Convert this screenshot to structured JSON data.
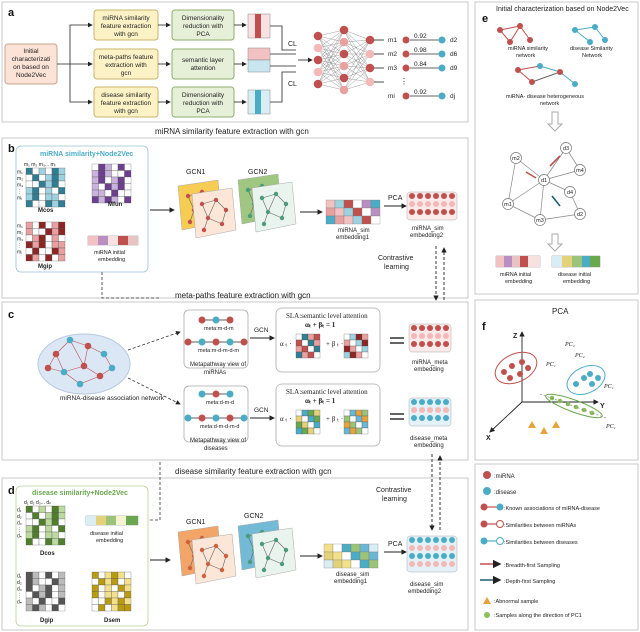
{
  "panel_a": {
    "label": "a",
    "init_box": [
      "Initial",
      "characterizati",
      "on based on",
      "Node2Vec"
    ],
    "feat_boxes": [
      [
        "miRNA similarity",
        "feature extraction",
        "with gcn"
      ],
      [
        "meta-paths feature",
        "extraction with",
        "gcn"
      ],
      [
        "disease similarity",
        "feature extraction",
        "with gcn"
      ]
    ],
    "proc_boxes": [
      [
        "Dimensionality",
        "reduction with",
        "PCA"
      ],
      [
        "semantic layer",
        "attention"
      ],
      [
        "Dimensionality",
        "reduction with",
        "PCA"
      ]
    ],
    "cl": "CL",
    "results": [
      {
        "m": "m1",
        "v": "0.92",
        "d": "d2"
      },
      {
        "m": "m2",
        "v": "0.98",
        "d": "d6"
      },
      {
        "m": "m3",
        "v": "0.84",
        "d": "d9"
      },
      {
        "m": "mi",
        "v": "0.92",
        "d": "dj"
      }
    ],
    "dots": "⋮"
  },
  "panel_b": {
    "label": "b",
    "title": "miRNA similarity feature extraction with gcn",
    "box_title": "miRNA similarity+Node2Vec",
    "row_labels": [
      "m₁",
      "m₂",
      "m₃",
      "⋮",
      "mᵢ"
    ],
    "col_labels": "m₁ m₂ m₃... mᵢ",
    "mcos": "Mcos",
    "mfun": "Mfun",
    "mgip": "Mgip",
    "init_emb": [
      "miRNA initial",
      "embedding"
    ],
    "gcn1": "GCN1",
    "gcn2": "GCN2",
    "emb1": [
      "miRNA_sim",
      "embedding1"
    ],
    "pca": "PCA",
    "emb2": [
      "miRNA_sim",
      "embedding2"
    ],
    "contrastive": [
      "Contrastive",
      "learning"
    ]
  },
  "panel_c": {
    "label": "c",
    "title": "meta-paths feature extraction with gcn",
    "network": "miRNA-disease association network",
    "mp1": [
      "meta:m-d-m",
      "meta:m-d-m-d-m"
    ],
    "mp1_caption": [
      "Metapathway view of",
      "miRNAs"
    ],
    "mp2": [
      "meta:d-m-d",
      "meta:d-m-d-m-d"
    ],
    "mp2_caption": [
      "Metapathway view of",
      "diseases"
    ],
    "gcn": "GCN",
    "sla": "SLA:semantic level attention",
    "sla_eq": "αₜ + βₜ = 1",
    "alpha": "α ₜ ·",
    "beta": "+ β ₜ ·",
    "emb_m": [
      "miRNA_meta",
      "embedding"
    ],
    "emb_d": [
      "disease_meta",
      "embedding"
    ]
  },
  "panel_d": {
    "label": "d",
    "title": "disease similarity feature extraction with gcn",
    "box_title": "disease similarity+Node2Vec",
    "row_labels": [
      "d₁",
      "d₂",
      "d₃",
      "⋮",
      "dₙ"
    ],
    "col_labels": "d₁ d₂ d₃... dₙ",
    "dcos": "Dcos",
    "dgip": "Dgip",
    "dsem": "Dsem",
    "init_emb": [
      "disease initial",
      "embedding"
    ],
    "gcn1": "GCN1",
    "gcn2": "GCN2",
    "emb1": [
      "disease_sim",
      "embedding1"
    ],
    "pca": "PCA",
    "emb2": [
      "disease_sim",
      "embedding2"
    ],
    "contrastive": [
      "Contrastive",
      "learning"
    ]
  },
  "panel_e": {
    "label": "e",
    "title": "Initial characterization based on Node2Vec",
    "mnet": [
      "miRNA similarity",
      "network"
    ],
    "dnet": [
      "disease Similarity",
      "Network"
    ],
    "hnet": [
      "miRNA- disease heterogeneous",
      "network"
    ],
    "nodes": [
      "m2",
      "d3",
      "m1",
      "m4",
      "d1",
      "d4",
      "m3",
      "d2"
    ],
    "emb_m": [
      "miRNA initial",
      "embedding"
    ],
    "emb_d": [
      "disease initial",
      "embedding"
    ]
  },
  "panel_f": {
    "label": "f",
    "title": "PCA",
    "axes": [
      "Z",
      "Y",
      "X"
    ],
    "pcs": [
      "PC₂",
      "PC₂",
      "PC₁",
      "PC₁",
      "PC₁"
    ]
  },
  "legend": [
    ":miRNA",
    ":disease",
    ":Known associations of miRNA-disease",
    ":Similarities between miRNAs",
    ":Similarities between diseases",
    ":Breadth-first Sampling",
    ":Depth-first Sampling",
    ":Abnormal sample",
    ":Samples along the direction of PC1"
  ],
  "colors": {
    "mirna": "#c0504d",
    "disease": "#4bacc6",
    "yellow_box": "#fdf2c6",
    "green_box": "#e6f0d8",
    "blue_box": "#dce9f5",
    "init_box": "#fbe3d6"
  }
}
